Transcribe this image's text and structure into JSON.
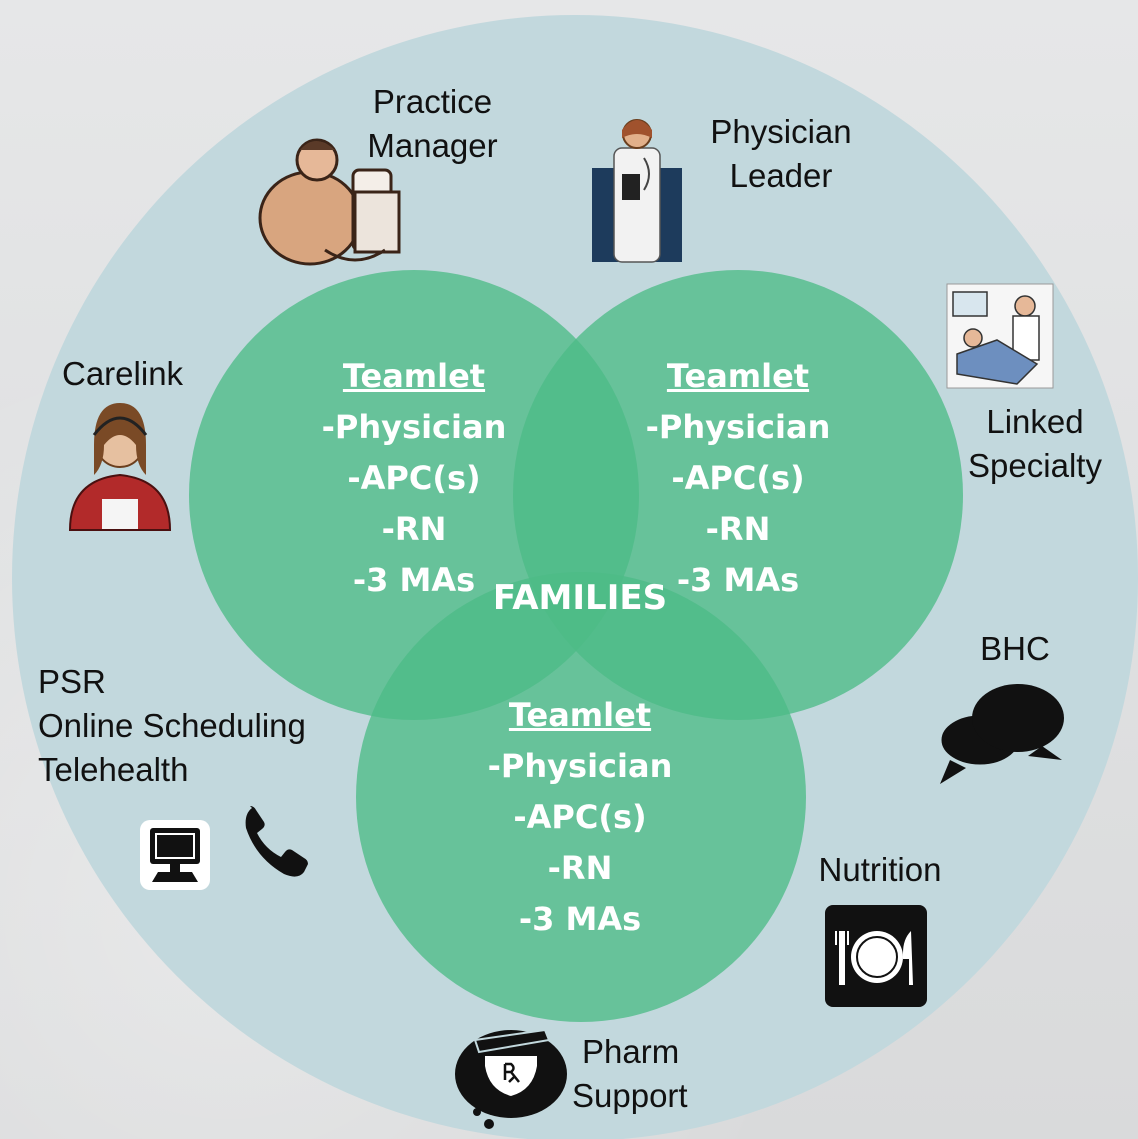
{
  "colors": {
    "outer_circle": "#c2d8dd",
    "teamlet_circle": "#5cc28f",
    "text_white": "#ffffff"
  },
  "center_label": "FAMILIES",
  "teamlets": [
    {
      "title": "Teamlet",
      "lines": [
        "-Physician",
        "-APC(s)",
        "-RN",
        "-3 MAs"
      ]
    },
    {
      "title": "Teamlet",
      "lines": [
        "-Physician",
        "-APC(s)",
        "-RN",
        "-3 MAs"
      ]
    },
    {
      "title": "Teamlet",
      "lines": [
        "-Physician",
        "-APC(s)",
        "-RN",
        "-3 MAs"
      ]
    }
  ],
  "roles": {
    "practice_manager": [
      "Practice",
      "Manager"
    ],
    "physician_leader": [
      "Physician",
      "Leader"
    ],
    "carelink": "Carelink",
    "linked_specialty": [
      "Linked",
      "Specialty"
    ],
    "bhc": "BHC",
    "psr": [
      "PSR",
      "Online Scheduling",
      "Telehealth"
    ],
    "nutrition": "Nutrition",
    "pharm_support": [
      "Pharm",
      "Support"
    ]
  },
  "icons": {
    "practice_manager": "person-at-computer-icon",
    "physician_leader": "doctor-icon",
    "carelink": "headset-agent-icon",
    "linked_specialty": "specialist-exam-icon",
    "bhc": "speech-bubbles-icon",
    "psr_computer": "computer-monitor-icon",
    "psr_phone": "phone-icon",
    "nutrition": "plate-utensils-icon",
    "pharm_support": "mortar-pestle-rx-icon"
  }
}
